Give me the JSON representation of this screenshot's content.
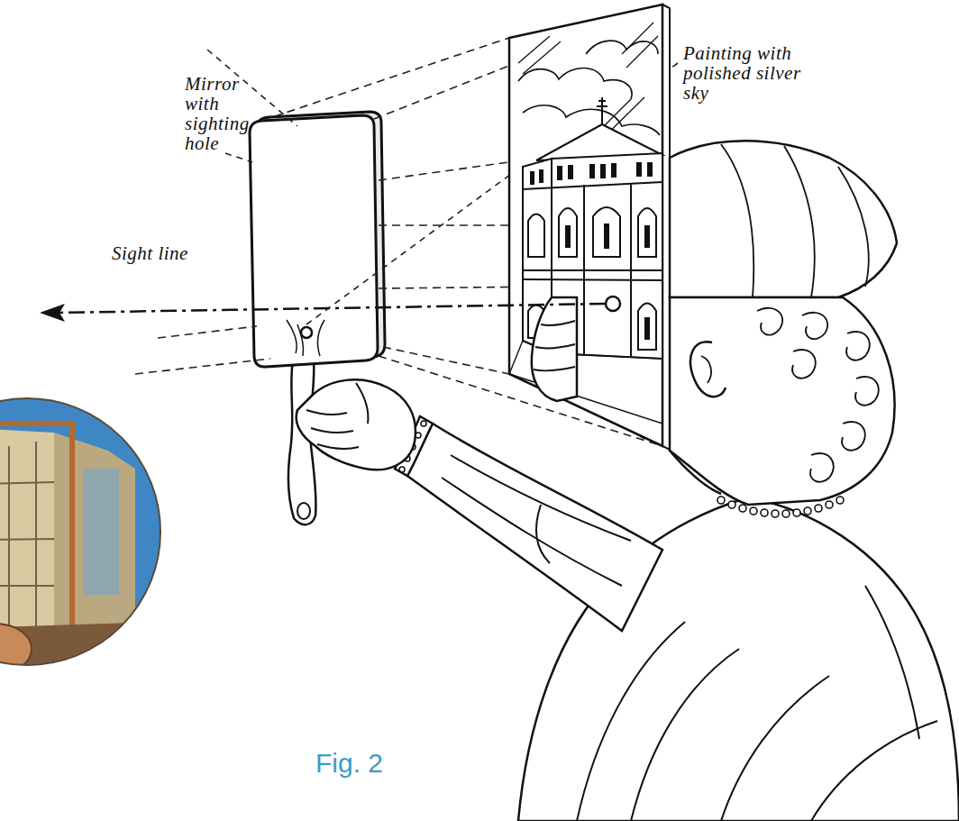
{
  "diagram": {
    "caption": "Fig. 2",
    "labels": [
      "Mirror with sighting hole",
      "Painting with polished silver sky",
      "Sight line"
    ]
  }
}
